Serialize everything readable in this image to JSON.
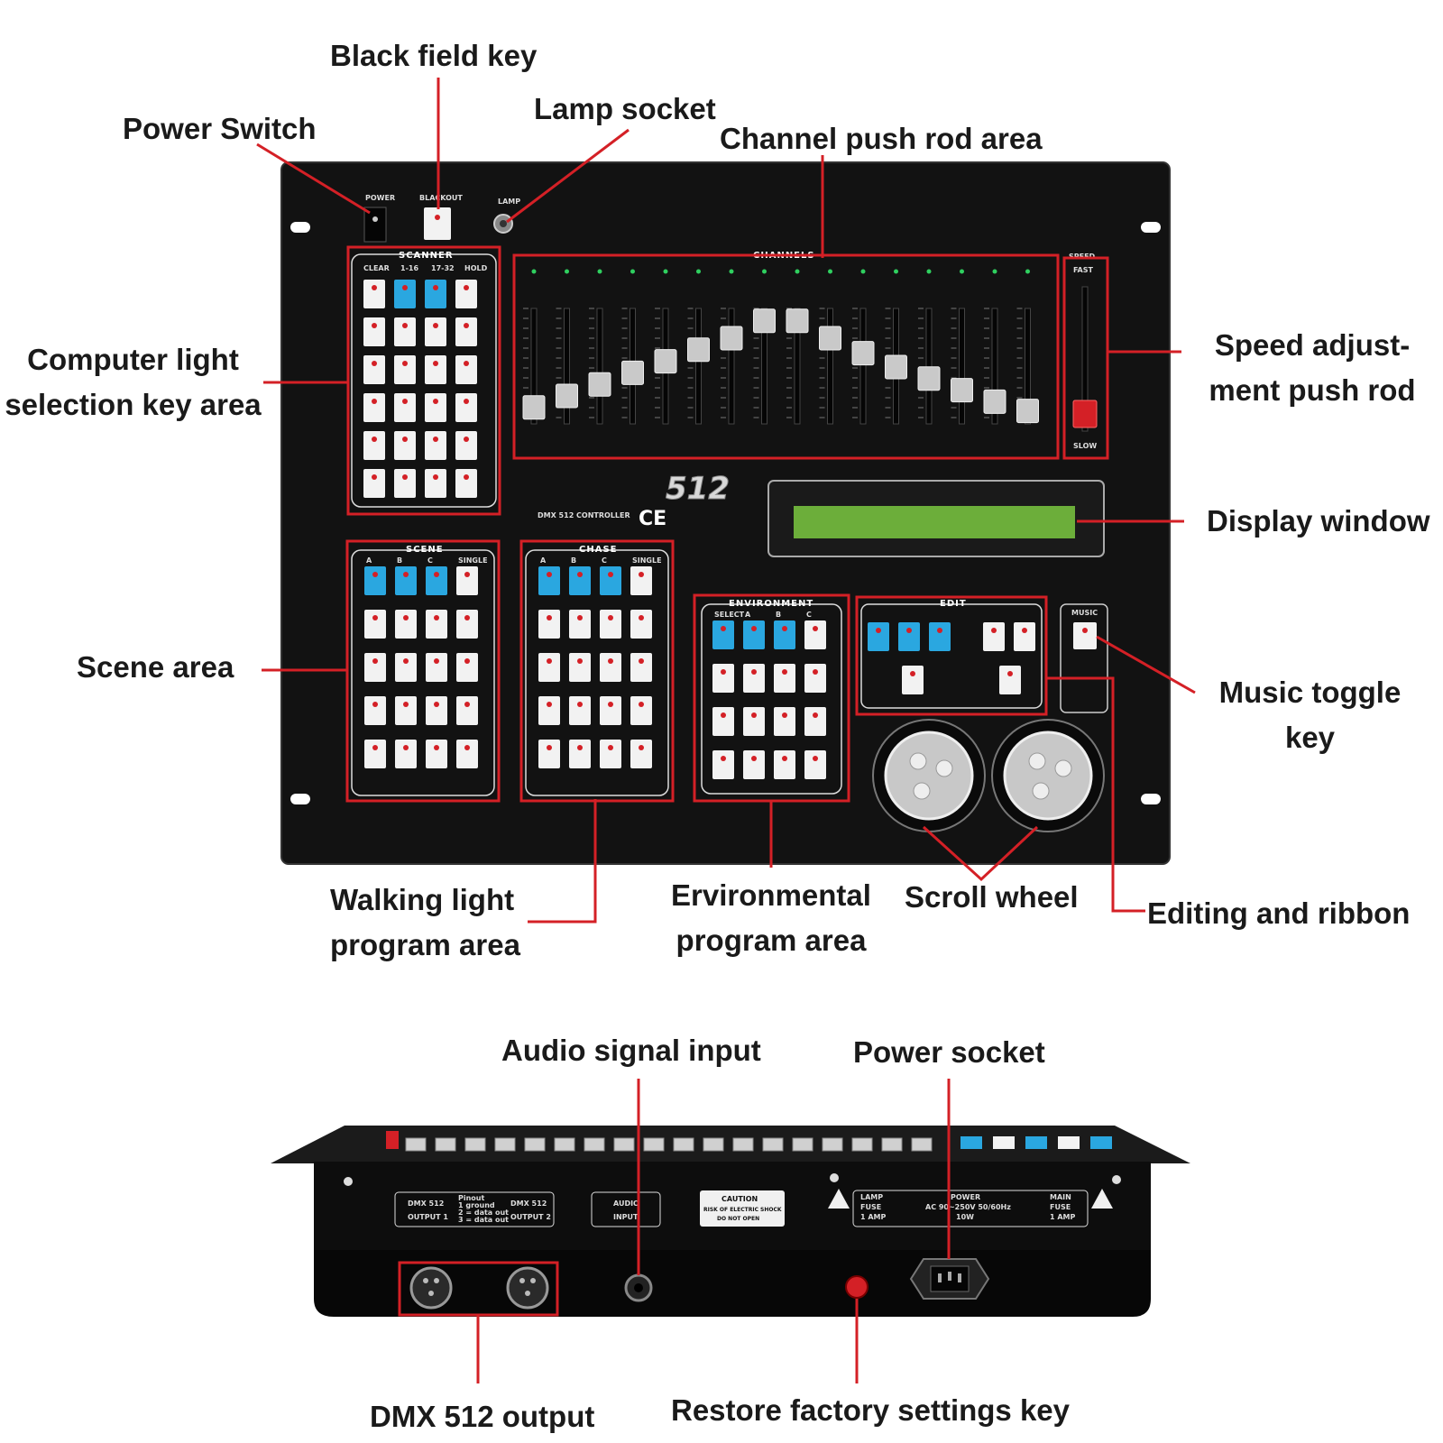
{
  "labels": {
    "black_field_key": "Black field key",
    "power_switch": "Power Switch",
    "lamp_socket": "Lamp socket",
    "channel_push_rod_area": "Channel push rod area",
    "computer_light_selection": [
      "Computer light",
      "selection key area"
    ],
    "speed_adjustment": [
      "Speed adjust-",
      "ment push rod"
    ],
    "display_window": "Display window",
    "scene_area": "Scene area",
    "music_toggle_key": [
      "Music toggle",
      "key"
    ],
    "walking_light_program_area": [
      "Walking light",
      "program area"
    ],
    "environmental_program_area": [
      "Ervironmental",
      "program area"
    ],
    "scroll_wheel": "Scroll wheel",
    "editing_and_ribbon": "Editing and ribbon",
    "audio_signal_input": "Audio signal input",
    "power_socket": "Power socket",
    "dmx_512_output": "DMX 512 output",
    "restore_factory_settings_key": "Restore factory settings key"
  },
  "panel": {
    "model": "512",
    "controller_name": "DMX 512 CONTROLLER",
    "ce_mark": "CE",
    "power": "POWER",
    "blackout": "BLACKOUT",
    "lamp": "LAMP",
    "scanner": "SCANNER",
    "scanner_keys": [
      "CLEAR",
      "1-16",
      "17-32",
      "HOLD"
    ],
    "channels": "CHANNELS",
    "speed": "SPEED",
    "fast": "FAST",
    "slow": "SLOW",
    "scene": "SCENE",
    "chase": "CHASE",
    "environment": "ENVIRONMENT",
    "edit": "EDIT",
    "music": "MUSIC",
    "bank_keys": [
      "A",
      "B",
      "C",
      "SINGLE"
    ],
    "environment_keys": [
      "SELECT",
      "A",
      "B",
      "C"
    ]
  },
  "rear": {
    "dmx_out_1": [
      "DMX 512",
      "OUTPUT 1"
    ],
    "pinout": [
      "Pinout",
      "1 ground",
      "2 = data out",
      "3 = data out"
    ],
    "dmx_out_2": [
      "DMX 512",
      "OUTPUT 2"
    ],
    "audio_input": [
      "AUDIO",
      "INPUT"
    ],
    "caution": [
      "CAUTION",
      "RISK OF ELECTRIC SHOCK",
      "DO NOT OPEN"
    ],
    "lamp_fuse": [
      "LAMP",
      "FUSE",
      "1 AMP"
    ],
    "power_rating": [
      "POWER",
      "AC 90~250V 50/60Hz",
      "10W"
    ],
    "main_fuse": [
      "MAIN",
      "FUSE",
      "1 AMP"
    ]
  },
  "colors": {
    "highlight": "#d42026",
    "panel": "#111111",
    "key_white": "#f2f2f2",
    "key_blue": "#2aa7e0",
    "lcd": "#6cae3a",
    "led_green": "#2fcf5f"
  },
  "fader_levels": {
    "channels": [
      0.15,
      0.25,
      0.35,
      0.45,
      0.55,
      0.65,
      0.75,
      0.9,
      0.9,
      0.75,
      0.62,
      0.5,
      0.4,
      0.3,
      0.2,
      0.12
    ],
    "speed": 0.1
  }
}
